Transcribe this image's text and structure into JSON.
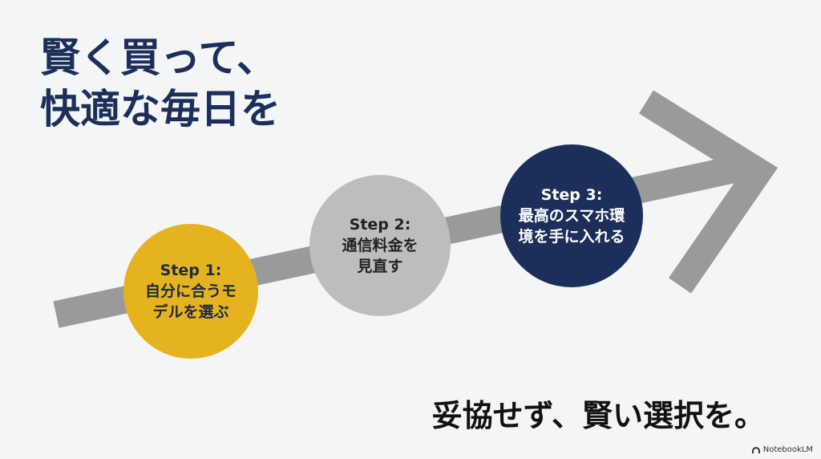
{
  "title": {
    "line1": "賢く買って、",
    "line2": "快適な毎日を"
  },
  "steps": [
    {
      "label": "Step 1:",
      "line1": "自分に合うモ",
      "line2": "デルを選ぶ",
      "color": "#e6b320"
    },
    {
      "label": "Step 2:",
      "line1": "通信料金を",
      "line2": "見直す",
      "color": "#bdbdbd"
    },
    {
      "label": "Step 3:",
      "line1": "最高のスマホ環",
      "line2": "境を手に入れる",
      "color": "#1b2f5a"
    }
  ],
  "tagline": "妥協せず、賢い選択を。",
  "footer": {
    "brand": "NotebookLM",
    "icon": "notebooklm-logo-icon"
  },
  "colors": {
    "title": "#1b2f5a",
    "arrow": "#9a9a9a",
    "background": "#f3f5f7"
  }
}
